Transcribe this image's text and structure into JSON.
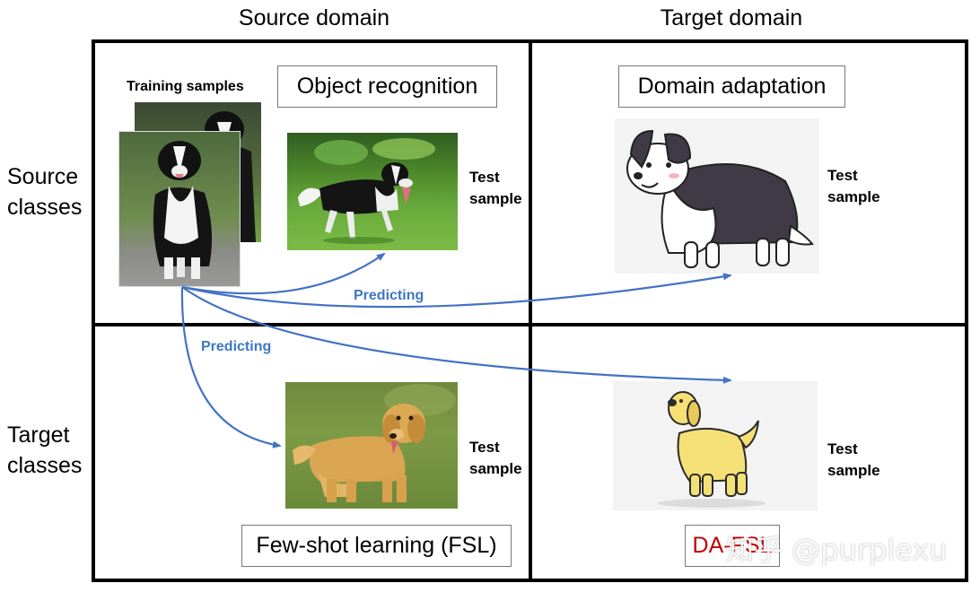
{
  "columns": {
    "source": "Source domain",
    "target": "Target domain"
  },
  "rows": {
    "source_line1": "Source",
    "source_line2": "classes",
    "target_line1": "Target",
    "target_line2": "classes"
  },
  "cells": {
    "object_recognition": "Object recognition",
    "domain_adaptation": "Domain adaptation",
    "few_shot": "Few-shot learning (FSL)",
    "da_fsl": "DA-FSL"
  },
  "training_samples": "Training samples",
  "test_label_line1": "Test",
  "test_label_line2": "sample",
  "predicting": "Predicting",
  "watermark": "知乎 @purplexu",
  "colors": {
    "arrow": "#4472c4",
    "predicting_text": "#3d78c2",
    "da_fsl_text": "#c00000",
    "grid": "#000000"
  }
}
